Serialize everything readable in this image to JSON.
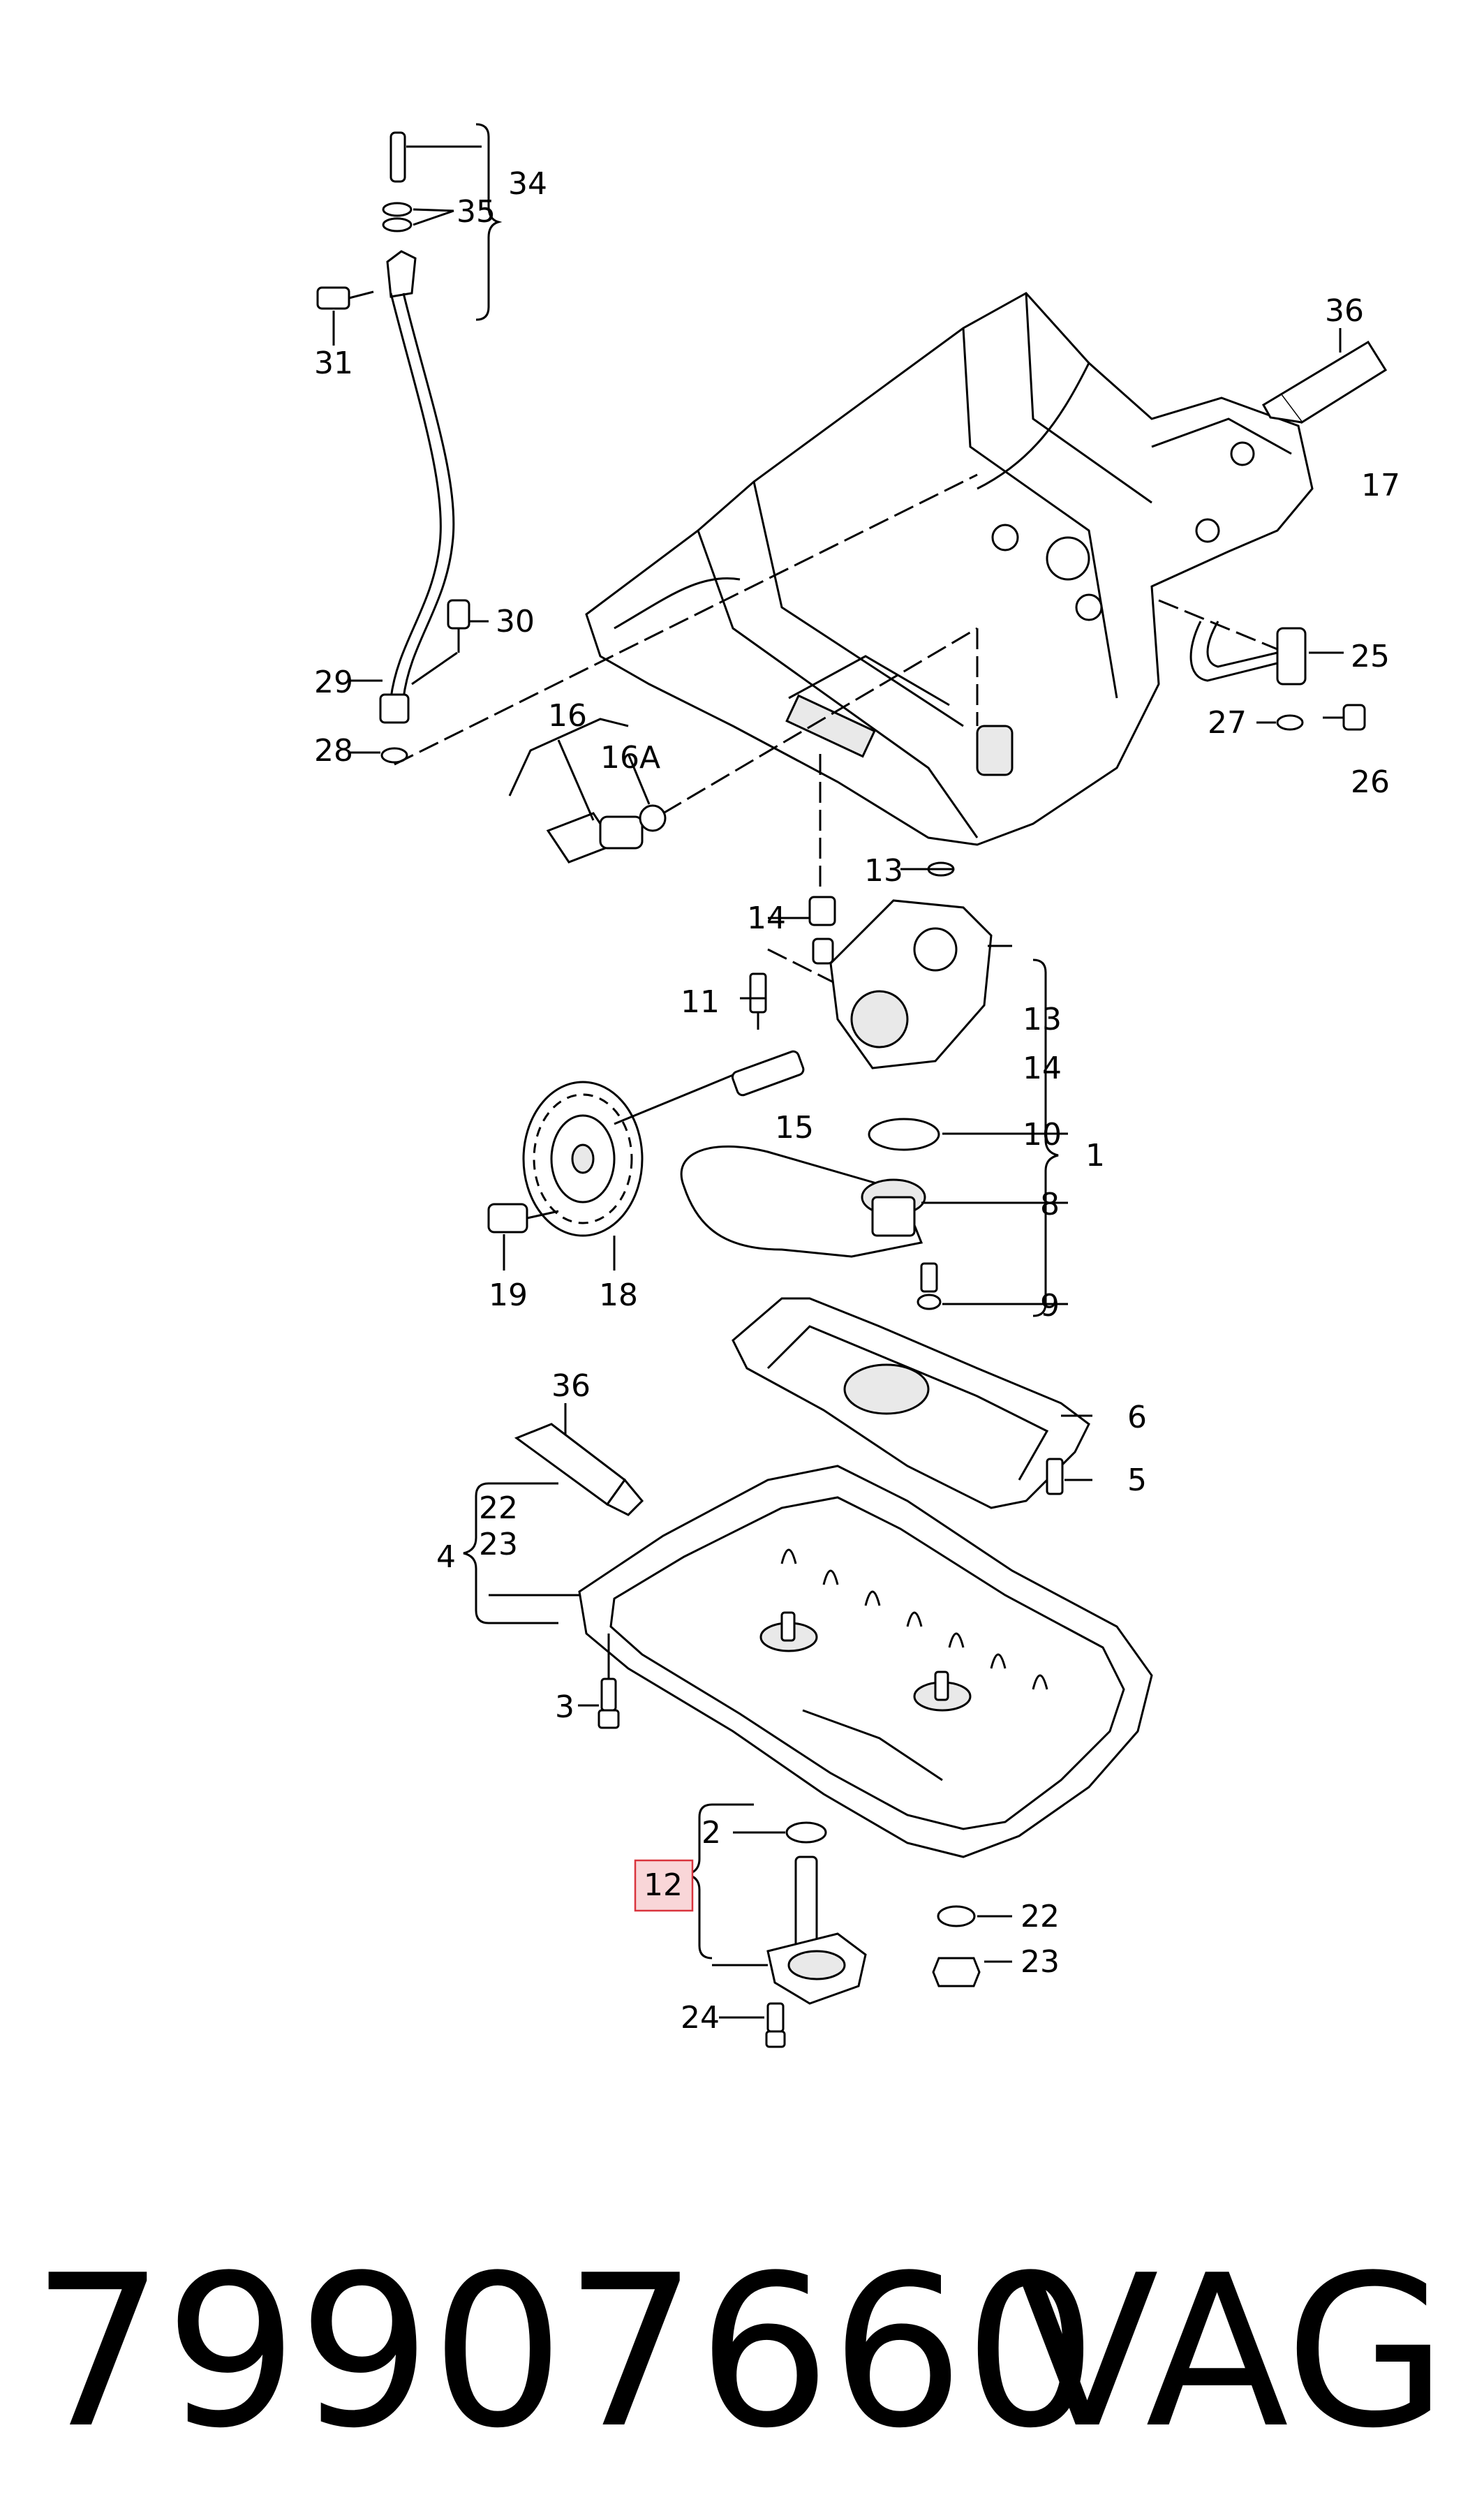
{
  "callouts": {
    "c34": "34",
    "c35": "35",
    "c31": "31",
    "c30": "30",
    "c29": "29",
    "c28": "28",
    "c16": "16",
    "c16a": "16A",
    "c36_top": "36",
    "c17": "17",
    "c25": "25",
    "c27": "27",
    "c26": "26",
    "c13_top": "13",
    "c14_left": "14",
    "c11": "11",
    "c13_right": "13",
    "c14_right": "14",
    "c15": "15",
    "c10": "10",
    "c1": "1",
    "c8": "8",
    "c9": "9",
    "c19": "19",
    "c18": "18",
    "c6": "6",
    "c5": "5",
    "c36_bottom": "36",
    "c22_group": "22",
    "c23_group": "23",
    "c4": "4",
    "c3": "3",
    "c2": "2",
    "c12": "12",
    "c22": "22",
    "c23": "23",
    "c24": "24"
  },
  "highlight_color": "#d9343d",
  "footer": {
    "part_number": "79907660",
    "brand": "VAG"
  }
}
